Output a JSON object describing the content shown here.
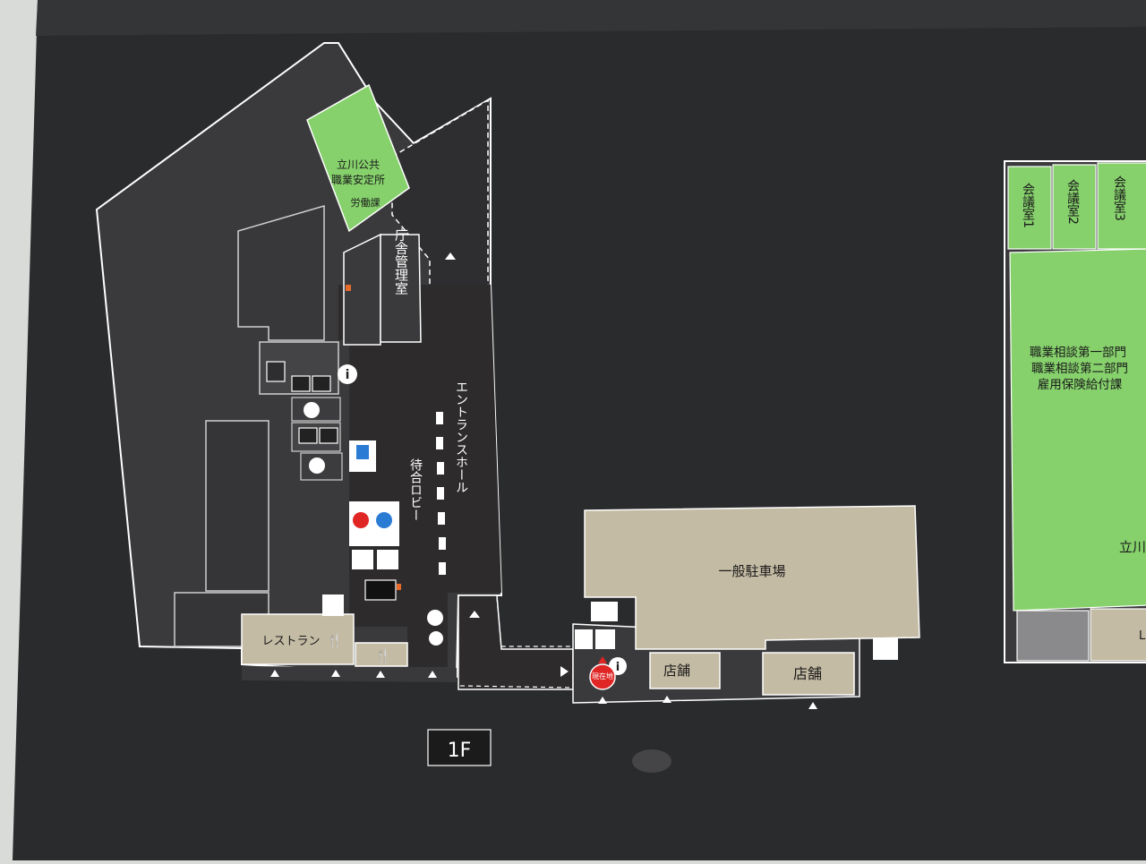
{
  "rooms": {
    "job_office": [
      "立川公共",
      "職業安定所",
      "労働課"
    ],
    "admin_room": "庁舎管理室",
    "entrance_hall": "エントランスホール",
    "waiting_lobby": "待合ロビー",
    "restaurant": "レストラン",
    "parking": "一般駐車場",
    "shop": "店舗",
    "meeting_rooms": [
      "会議室1",
      "会議室2",
      "会議室3"
    ],
    "right_departments": [
      "職業相談第一部門",
      "職業相談第二部門",
      "雇用保険給付課"
    ],
    "right_cut": "立川",
    "right_cut_small": "L"
  },
  "labels": {
    "you_are_here": "現在地",
    "floor": "1F"
  },
  "colors": {
    "board": "#2a2b2d",
    "floor_outline": "#ffffff",
    "green_area": "#86d16c",
    "tan_area": "#c4bba4",
    "wall_bg": "#d9dbd8",
    "marker_red": "#e02525"
  }
}
